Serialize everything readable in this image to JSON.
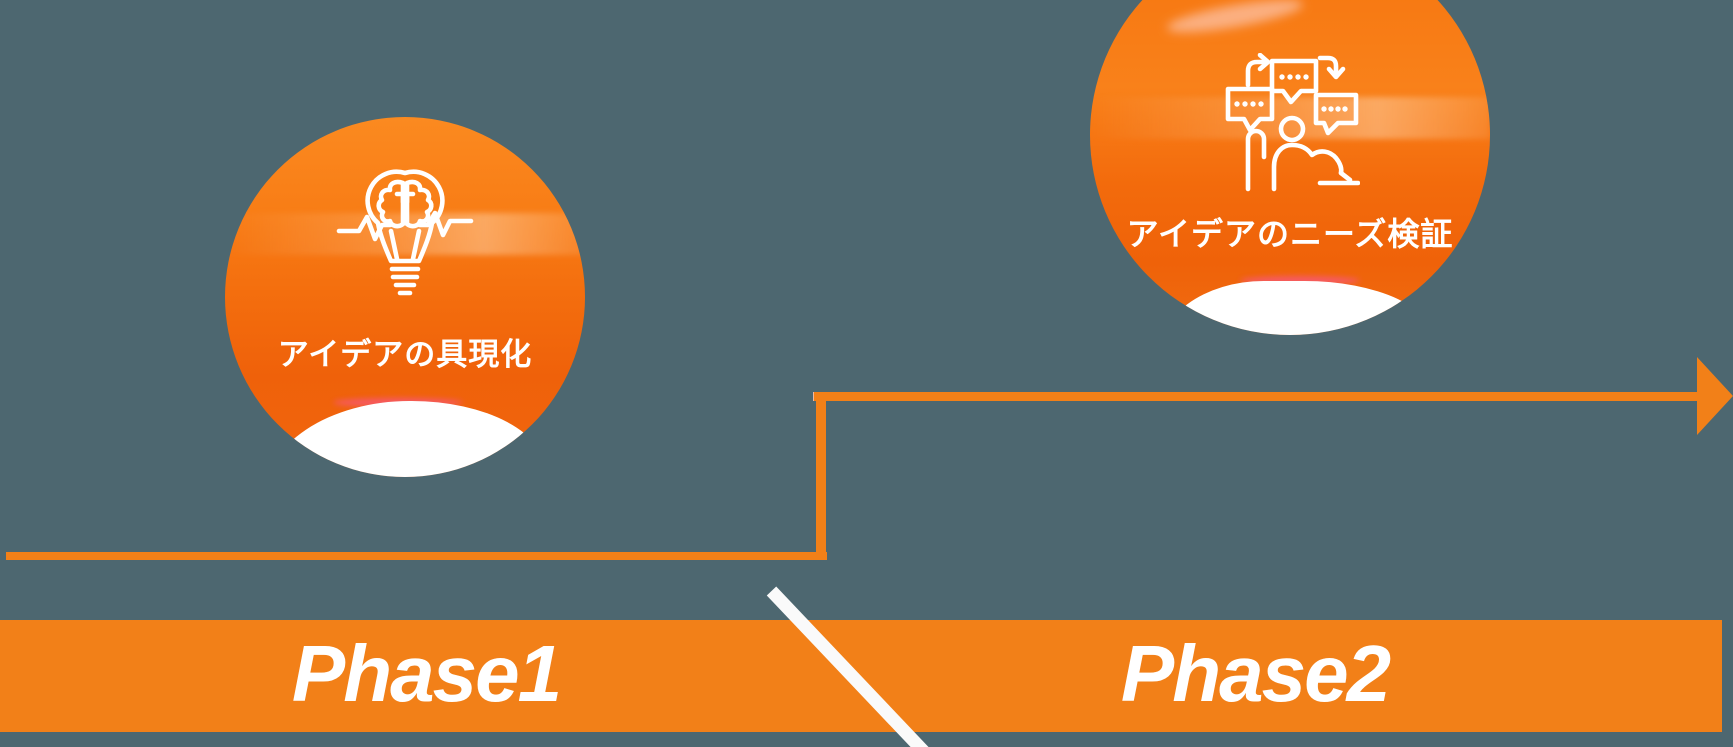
{
  "diagram": {
    "phases": [
      {
        "label": "Phase1",
        "circle_label": "アイデアの具現化",
        "icon": "brain-lightbulb-icon"
      },
      {
        "label": "Phase2",
        "circle_label": "アイデアのニーズ検証",
        "icon": "conversation-feedback-icon"
      }
    ],
    "colors": {
      "background": "#4D6770",
      "accent_orange": "#F28018",
      "circle_orange_top": "#F98019",
      "circle_orange_deep": "#EE600A",
      "divider_white": "#FAFAFA",
      "text_white": "#FFFFFF",
      "cloud_white": "#FFFFFF",
      "cloud_pink_fringe": "#FF4FD0"
    }
  }
}
